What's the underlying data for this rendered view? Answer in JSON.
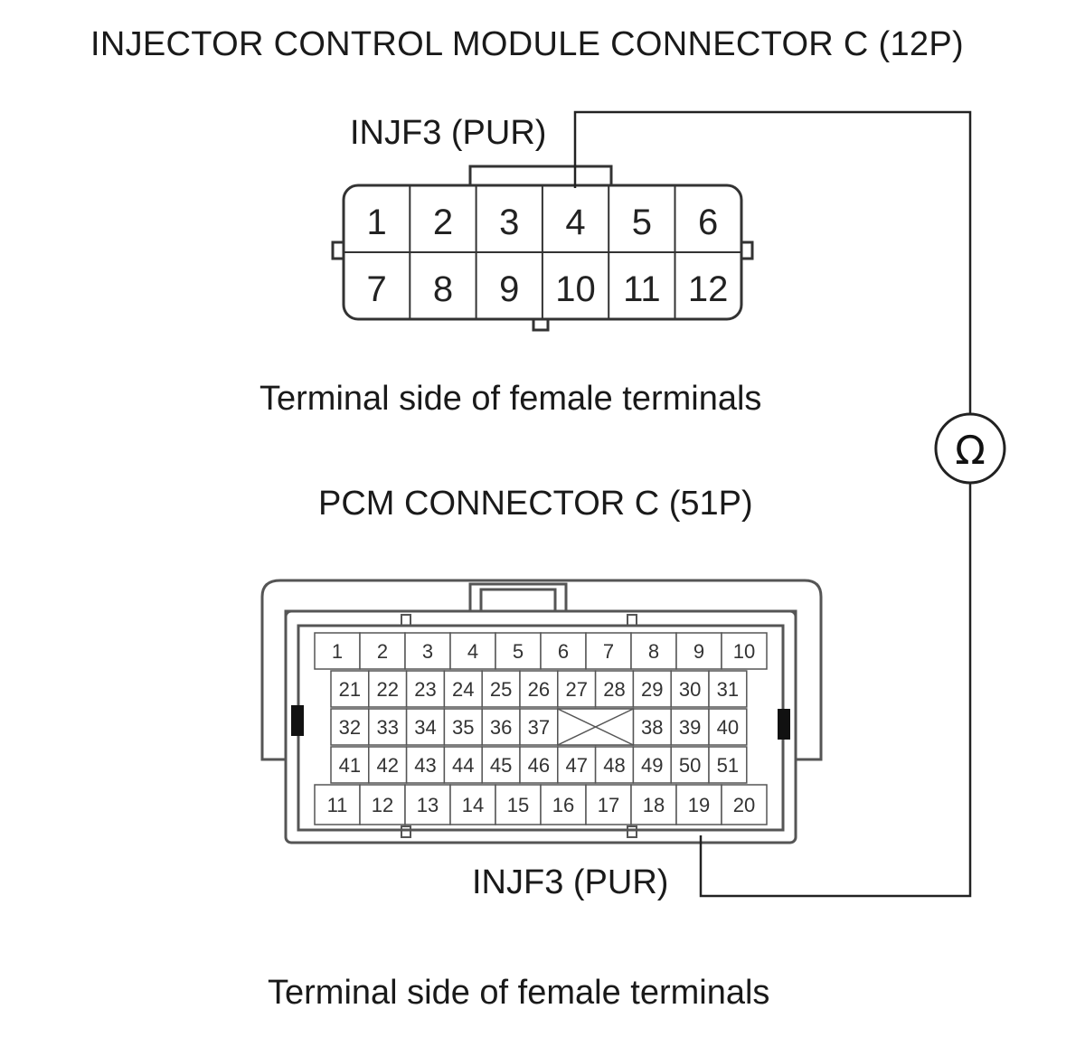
{
  "connector_c12": {
    "title": "INJECTOR CONTROL MODULE CONNECTOR C (12P)",
    "wire_label": "INJF3 (PUR)",
    "caption": "Terminal side of female terminals",
    "rows": [
      [
        "1",
        "2",
        "3",
        "4",
        "5",
        "6"
      ],
      [
        "7",
        "8",
        "9",
        "10",
        "11",
        "12"
      ]
    ],
    "probe_terminal": "4"
  },
  "connector_pcm": {
    "title": "PCM CONNECTOR C (51P)",
    "wire_label": "INJF3 (PUR)",
    "caption": "Terminal side of female terminals",
    "top_row": [
      "1",
      "2",
      "3",
      "4",
      "5",
      "6",
      "7",
      "8",
      "9",
      "10"
    ],
    "bottom_row": [
      "11",
      "12",
      "13",
      "14",
      "15",
      "16",
      "17",
      "18",
      "19",
      "20"
    ],
    "inner_rows": [
      [
        "21",
        "22",
        "23",
        "24",
        "25",
        "26",
        "27",
        "28",
        "29",
        "30",
        "31"
      ],
      [
        "32",
        "33",
        "34",
        "35",
        "36",
        "37",
        "",
        "",
        "38",
        "39",
        "40"
      ],
      [
        "41",
        "42",
        "43",
        "44",
        "45",
        "46",
        "47",
        "48",
        "49",
        "50",
        "51"
      ]
    ],
    "probe_terminal": "19"
  },
  "meter": {
    "symbol": "Ω",
    "icon": "ohmmeter-icon"
  }
}
